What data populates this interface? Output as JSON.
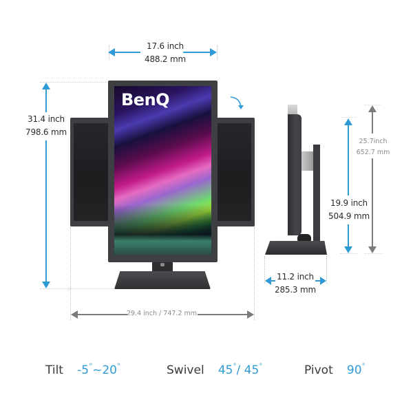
{
  "brand": {
    "logo_text": "BenQ"
  },
  "dimensions": {
    "panel_width": {
      "inch": "17.6 inch",
      "mm": "488.2 mm"
    },
    "max_height": {
      "inch": "31.4 inch",
      "mm": "798.6 mm"
    },
    "total_width": {
      "label": "29.4 inch / 747.2 mm"
    },
    "side_total_height": {
      "inch": "25.7inch",
      "mm": "652.7 mm"
    },
    "side_adjust_height": {
      "inch": "19.9 inch",
      "mm": "504.9 mm"
    },
    "base_depth": {
      "inch": "11.2 inch",
      "mm": "285.3 mm"
    }
  },
  "specs": [
    {
      "label": "Tilt",
      "value": "-5",
      "sep": "~20",
      "suffix": ""
    },
    {
      "label": "Swivel",
      "value": "45",
      "sep": "/ 45",
      "suffix": ""
    },
    {
      "label": "Pivot",
      "value": "90",
      "sep": "",
      "suffix": ""
    }
  ],
  "degree_symbol": "°",
  "colors": {
    "accent_blue": "#2f9bd6",
    "dimension_grey": "#7c7c7c",
    "monitor_body": "#3d3f42",
    "text_dark": "#3a3a3a"
  }
}
